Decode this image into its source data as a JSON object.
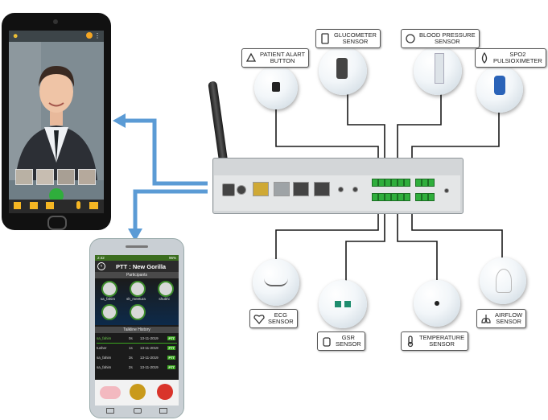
{
  "sensors": {
    "patient_alert": "PATIENT ALART\nBUTTON",
    "glucometer": "GLUCOMETER\nSENSOR",
    "blood_pressure": "BLOOD PRESSURE\nSENSOR",
    "spo2": "SPO2\nPULSIOXIMETER",
    "ecg": "ECG\nSENSOR",
    "gsr": "GSR\nSENSOR",
    "temperature": "TEMPERATURE\nSENSOR",
    "airflow": "AIRFLOW\nSENSOR"
  },
  "phone2": {
    "status_time": "2:42",
    "battery": "96%",
    "title": "PTT : New Gorilla",
    "participants_header": "Participants",
    "participants": [
      "sa_fahim",
      "sh_meetura",
      "shubhi"
    ],
    "history_header": "Talkline History",
    "history": [
      {
        "name": "sa_fahim",
        "dur": "0s",
        "date": "13-11-2019",
        "tag": "PTT"
      },
      {
        "name": "tusher",
        "dur": "1s",
        "date": "13-11-2019",
        "tag": "PTT"
      },
      {
        "name": "sa_fahim",
        "dur": "3s",
        "date": "13-11-2019",
        "tag": "PTT"
      },
      {
        "name": "sa_fahim",
        "dur": "2s",
        "date": "13-11-2019",
        "tag": "PTT"
      }
    ]
  },
  "colors": {
    "arrow": "#5b9bd5",
    "wire": "#1a1a1a",
    "terminal": "#2fae3c"
  }
}
